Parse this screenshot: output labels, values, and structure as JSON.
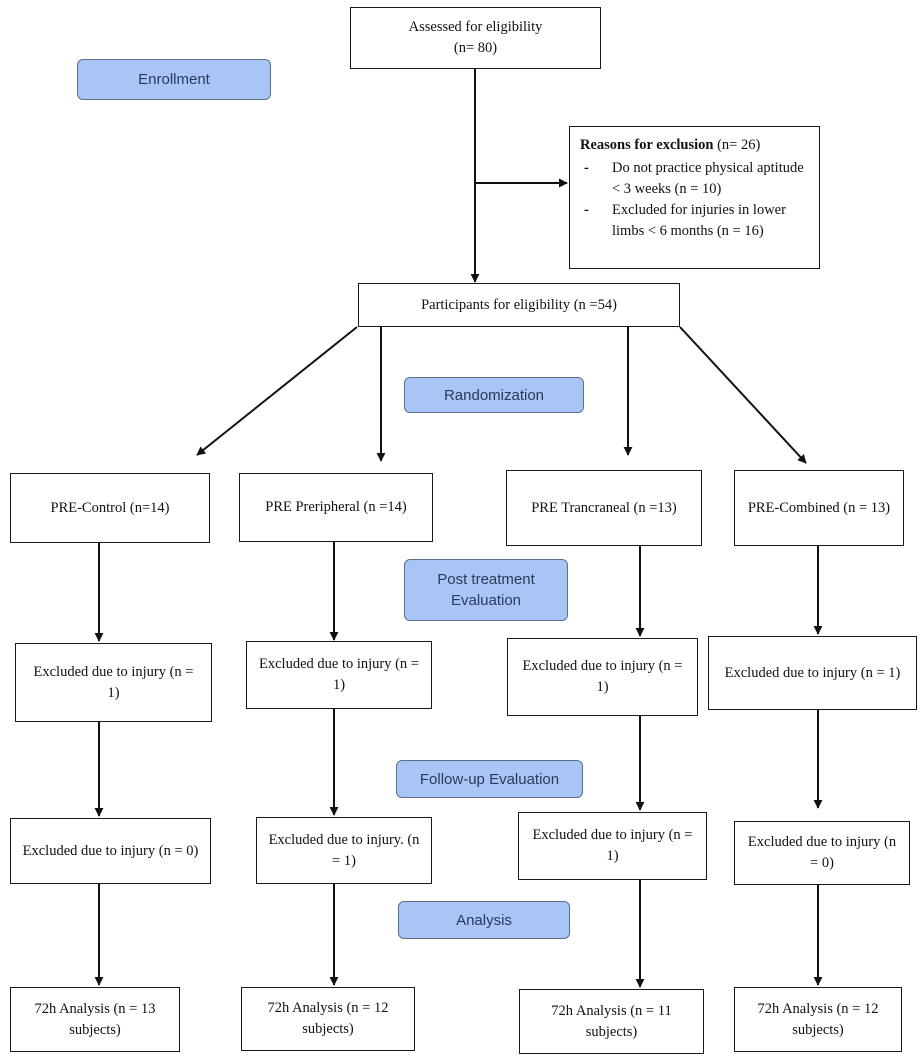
{
  "stages": {
    "enrollment": "Enrollment",
    "randomization": "Randomization",
    "post_treatment": "Post treatment Evaluation",
    "follow_up": "Follow-up Evaluation",
    "analysis": "Analysis"
  },
  "assessed": {
    "line1": "Assessed for eligibility",
    "line2": "(n= 80)"
  },
  "exclusion": {
    "title": "Reasons for exclusion",
    "count": " (n= 26)",
    "reasons": [
      "Do not practice physical aptitude < 3 weeks (n = 10)",
      "Excluded for injuries in lower limbs < 6 months (n = 16)"
    ]
  },
  "participants": "Participants for eligibility (n =54)",
  "groups": [
    {
      "pre": "PRE-Control (n=14)",
      "post_excluded": "Excluded due to injury (n = 1)",
      "followup_excluded": "Excluded due to injury (n = 0)",
      "analysis": "72h Analysis (n = 13 subjects)"
    },
    {
      "pre": "PRE Preripheral  (n =14)",
      "post_excluded": "Excluded due to injury (n = 1)",
      "followup_excluded": "Excluded due to injury. (n = 1)",
      "analysis": "72h Analysis (n = 12 subjects)"
    },
    {
      "pre": "PRE Trancraneal (n =13)",
      "post_excluded": "Excluded due to injury (n = 1)",
      "followup_excluded": "Excluded due to injury (n = 1)",
      "analysis": "72h Analysis (n = 11 subjects)"
    },
    {
      "pre": "PRE-Combined (n = 13)",
      "post_excluded": "Excluded due to injury (n = 1)",
      "followup_excluded": "Excluded due to injury (n = 0)",
      "analysis": "72h Analysis (n = 12 subjects)"
    }
  ],
  "colors": {
    "stage_fill": "#a9c5f5",
    "stage_border": "#5d6e8c",
    "stage_text": "#2b3a5c",
    "line": "#111111"
  }
}
